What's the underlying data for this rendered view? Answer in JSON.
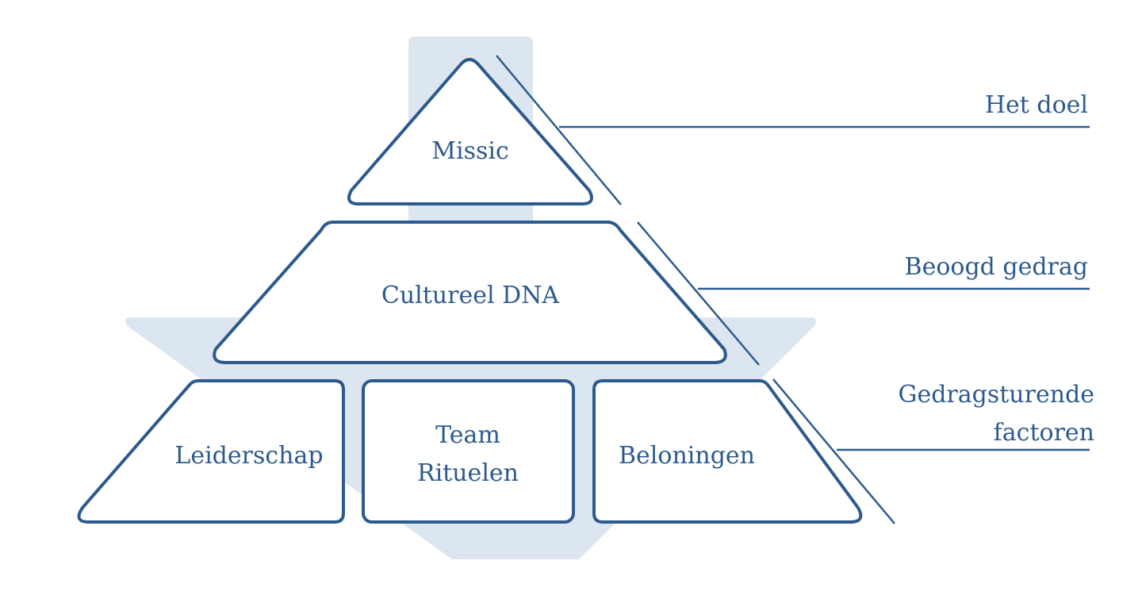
{
  "diagram": {
    "type": "pyramid",
    "colors": {
      "stroke": "#2d5a8c",
      "text": "#2d5a8c",
      "arrow": "#dce6f0",
      "background": "#ffffff"
    },
    "levels": [
      {
        "id": "top",
        "label": "Missic"
      },
      {
        "id": "middle",
        "label": "Cultureel DNA"
      },
      {
        "id": "bottom-left",
        "label": "Leiderschap"
      },
      {
        "id": "bottom-center",
        "label_line1": "Team",
        "label_line2": "Rituelen"
      },
      {
        "id": "bottom-right",
        "label": "Beloningen"
      }
    ],
    "side_labels": [
      {
        "label": "Het doel"
      },
      {
        "label": "Beoogd gedrag"
      },
      {
        "label_line1": "Gedragsturende",
        "label_line2": "factoren"
      }
    ],
    "background_arrow": {
      "direction": "down"
    }
  }
}
